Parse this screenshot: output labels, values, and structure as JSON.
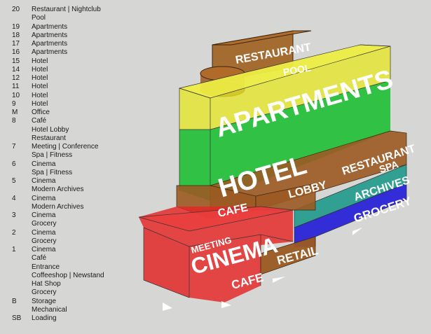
{
  "floors": [
    {
      "num": "20",
      "names": [
        "Restaurant | Nightclub",
        "Pool"
      ]
    },
    {
      "num": "19",
      "names": [
        "Apartments"
      ]
    },
    {
      "num": "18",
      "names": [
        "Apartments"
      ]
    },
    {
      "num": "17",
      "names": [
        "Apartments"
      ]
    },
    {
      "num": "16",
      "names": [
        "Apartments"
      ]
    },
    {
      "num": "15",
      "names": [
        "Hotel"
      ]
    },
    {
      "num": "14",
      "names": [
        "Hotel"
      ]
    },
    {
      "num": "12",
      "names": [
        "Hotel"
      ]
    },
    {
      "num": "11",
      "names": [
        "Hotel"
      ]
    },
    {
      "num": "10",
      "names": [
        "Hotel"
      ]
    },
    {
      "num": "9",
      "names": [
        "Hotel"
      ]
    },
    {
      "num": "M",
      "names": [
        "Office"
      ]
    },
    {
      "num": "8",
      "names": [
        "Café",
        "Hotel Lobby",
        "Restaurant"
      ]
    },
    {
      "num": "7",
      "names": [
        "Meeting | Conference",
        "Spa | Fitness"
      ]
    },
    {
      "num": "6",
      "names": [
        "Cinema",
        "Spa | Fitness"
      ]
    },
    {
      "num": "5",
      "names": [
        "Cinema",
        "Modern Archives"
      ]
    },
    {
      "num": "4",
      "names": [
        "Cinema",
        "Modern Archives"
      ]
    },
    {
      "num": "3",
      "names": [
        "Cinema",
        "Grocery"
      ]
    },
    {
      "num": "2",
      "names": [
        "Cinema",
        "Grocery"
      ]
    },
    {
      "num": "1",
      "names": [
        "Cinema",
        "Café",
        "Entrance",
        "Coffeeshop | Newstand",
        "Hat Shop",
        "Grocery"
      ]
    },
    {
      "num": "B",
      "names": [
        "Storage",
        "Mechanical"
      ]
    },
    {
      "num": "SB",
      "names": [
        "Loading"
      ]
    }
  ],
  "diagram": {
    "restaurant": "RESTAURANT",
    "pool": "POOL",
    "apartments": "APARTMENTS",
    "hotel": "HOTEL",
    "restaurant_mid": "RESTAURANT",
    "spa": "SPA",
    "lobby": "LOBBY",
    "archives": "ARCHIVES",
    "cafe_upper": "CAFE",
    "grocery": "GROCERY",
    "meeting": "MEETING",
    "cinema": "CINEMA",
    "retail": "RETAIL",
    "cafe_lower": "CAFE"
  },
  "colors": {
    "background": "#d6d6d4",
    "apartments": "#e6e62a",
    "hotel": "#1fbf35",
    "brown": "#9b5a22",
    "teal": "#1f9a8c",
    "grocery": "#2a24d8",
    "cinema": "#e52424"
  }
}
